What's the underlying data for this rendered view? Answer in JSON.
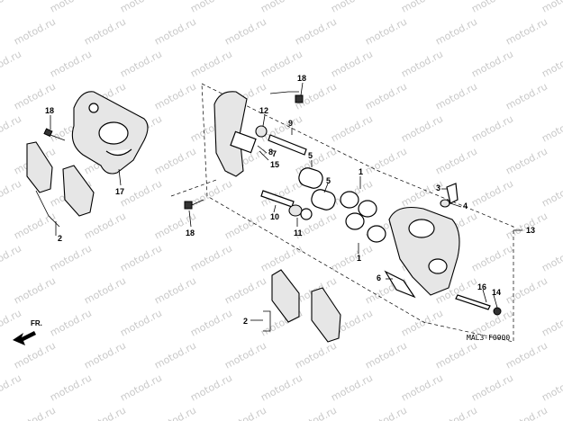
{
  "watermark": {
    "text": "motod.ru"
  },
  "diagram": {
    "code": "MAL3-F0900",
    "direction_label": "FR.",
    "callouts": [
      {
        "id": "c18a",
        "label": "18"
      },
      {
        "id": "c18b",
        "label": "18"
      },
      {
        "id": "c18c",
        "label": "18"
      },
      {
        "id": "c17",
        "label": "17"
      },
      {
        "id": "c2a",
        "label": "2"
      },
      {
        "id": "c2b",
        "label": "2"
      },
      {
        "id": "c12",
        "label": "12"
      },
      {
        "id": "c9",
        "label": "9"
      },
      {
        "id": "c8",
        "label": "8"
      },
      {
        "id": "c7",
        "label": "7"
      },
      {
        "id": "c15",
        "label": "15"
      },
      {
        "id": "c5a",
        "label": "5"
      },
      {
        "id": "c5b",
        "label": "5"
      },
      {
        "id": "c1a",
        "label": "1"
      },
      {
        "id": "c1b",
        "label": "1"
      },
      {
        "id": "c3",
        "label": "3"
      },
      {
        "id": "c4",
        "label": "4"
      },
      {
        "id": "c13",
        "label": "13"
      },
      {
        "id": "c10",
        "label": "10"
      },
      {
        "id": "c11",
        "label": "11"
      },
      {
        "id": "c6",
        "label": "6"
      },
      {
        "id": "c16",
        "label": "16"
      },
      {
        "id": "c14",
        "label": "14"
      }
    ]
  }
}
